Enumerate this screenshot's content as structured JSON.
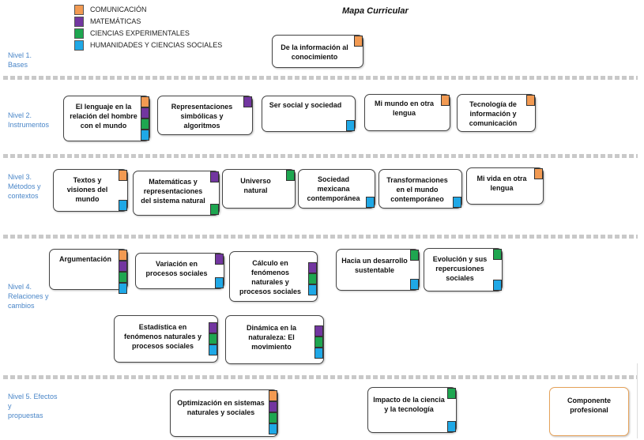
{
  "title": "Mapa Curricular",
  "legend": [
    {
      "label": "COMUNICACIÓN",
      "color": "#f29a52"
    },
    {
      "label": "MATEMÁTICAS",
      "color": "#7236a0"
    },
    {
      "label": "CIENCIAS EXPERIMENTALES",
      "color": "#1ea650"
    },
    {
      "label": "HUMANIDADES Y CIENCIAS SOCIALES",
      "color": "#1fa8e6"
    }
  ],
  "levels": {
    "n1": "Nivel 1.\nBases",
    "n2": "Nivel 2.\nInstrumentos",
    "n3": "Nivel 3.\nMétodos y\n contextos",
    "n4": "Nivel 4.\nRelaciones y\n cambios",
    "n5": "Nivel 5. Efectos\ny\npropuestas"
  },
  "nodes": {
    "info": "De la información al conocimiento",
    "lenguaje": "El lenguaje en la relación del hombre con el mundo",
    "representaciones": "Representaciones simbólicas y algoritmos",
    "ser_social": "Ser social y sociedad",
    "mi_mundo": "Mi mundo en otra lengua",
    "tecnologia_info": "Tecnología de información y comunicación",
    "textos": "Textos y visiones del mundo",
    "matematicas_rep": "Matemáticas y representaciones del sistema natural",
    "universo": "Universo natural",
    "sociedad_mex": "Sociedad mexicana contemporánea",
    "transformaciones": "Transformaciones en el mundo contemporáneo",
    "mi_vida": "Mi vida en otra lengua",
    "argumentacion": "Argumentación",
    "variacion": "Variación en procesos sociales",
    "calculo": "Cálculo en fenómenos naturales y procesos sociales",
    "desarrollo": "Hacia un desarrollo sustentable",
    "evolucion": "Evolución y sus repercusiones sociales",
    "estadistica": "Estadística en fenómenos naturales y procesos sociales",
    "dinamica": "Dinámica en la naturaleza: El movimiento",
    "optimizacion": "Optimización en sistemas naturales y sociales",
    "impacto": "Impacto de la ciencia y la tecnología",
    "componente": "Componente profesional"
  }
}
